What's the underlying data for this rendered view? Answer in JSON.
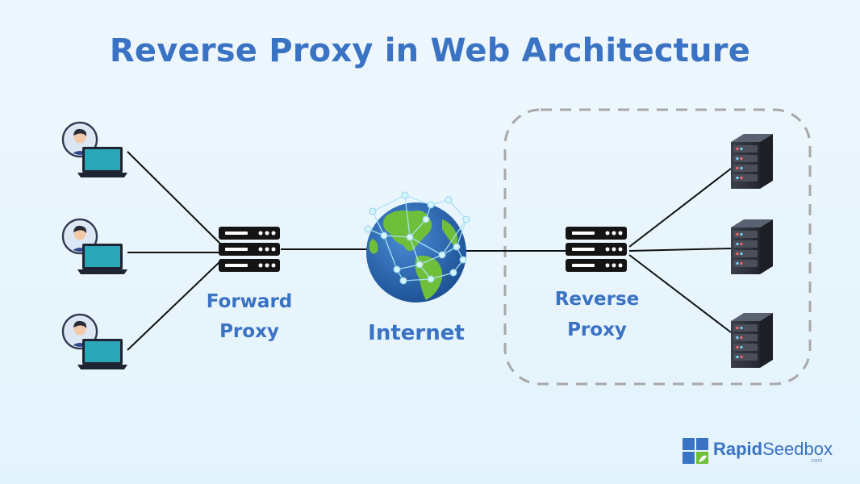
{
  "title": "Reverse Proxy in Web Architecture",
  "labels": {
    "forward_proxy_line1": "Forward",
    "forward_proxy_line2": "Proxy",
    "internet": "Internet",
    "reverse_proxy_line1": "Reverse",
    "reverse_proxy_line2": "Proxy"
  },
  "logo": {
    "word_a": "Rapid",
    "word_b": "Seedbox",
    "suffix": ".com"
  },
  "colors": {
    "accent": "#3a72c4",
    "line": "#111111",
    "dashed_border": "#a8a8a8",
    "laptop_screen": "#2aa6b8",
    "earth_ocean": "#1f5fa8",
    "earth_land": "#6fbf3a"
  },
  "icons": {
    "client": "user-laptop-icon",
    "proxy": "server-stack-icon",
    "internet": "globe-network-icon",
    "backend": "server-rack-icon"
  }
}
